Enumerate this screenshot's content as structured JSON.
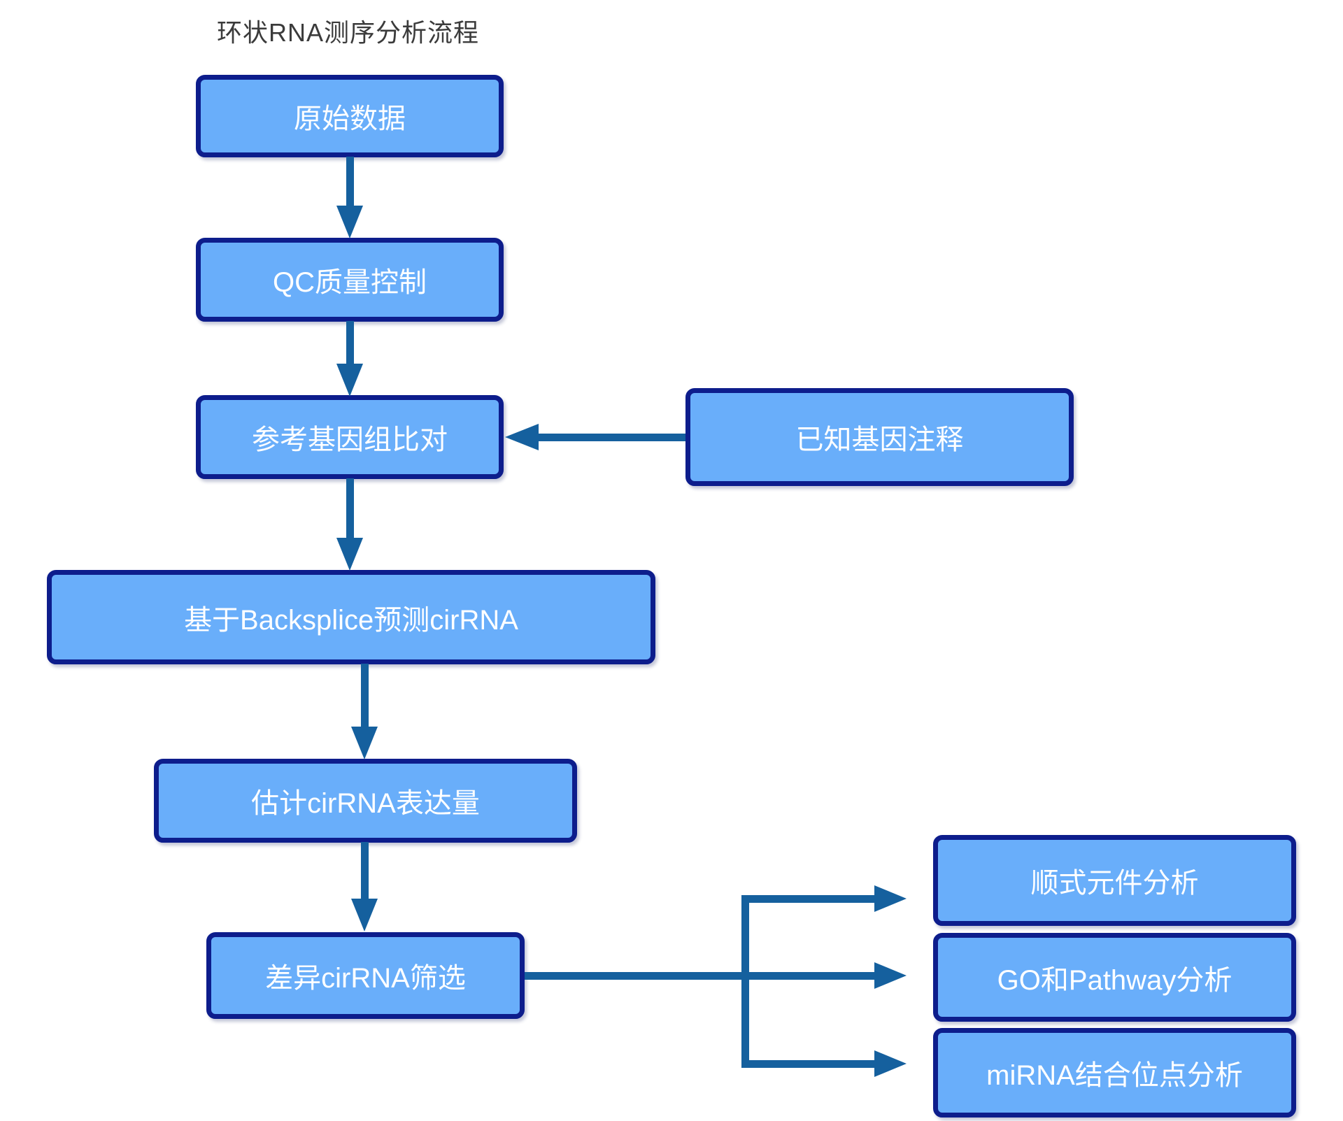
{
  "title": "环状RNA测序分析流程",
  "colors": {
    "node_fill": "#69aefa",
    "node_border": "#0d1d8c",
    "arrow": "#15609e",
    "title_text": "#3b3b3b",
    "node_text": "#ffffff",
    "background": "#ffffff"
  },
  "nodes": {
    "raw_data": {
      "label": "原始数据"
    },
    "qc": {
      "label": "QC质量控制"
    },
    "align": {
      "label": "参考基因组比对"
    },
    "annotation": {
      "label": "已知基因注释"
    },
    "backsplice": {
      "label": "基于Backsplice预测cirRNA"
    },
    "expression": {
      "label": "估计cirRNA表达量"
    },
    "diff": {
      "label": "差异cirRNA筛选"
    },
    "cis": {
      "label": "顺式元件分析"
    },
    "go_pathway": {
      "label": "GO和Pathway分析"
    },
    "mirna": {
      "label": "miRNA结合位点分析"
    }
  }
}
